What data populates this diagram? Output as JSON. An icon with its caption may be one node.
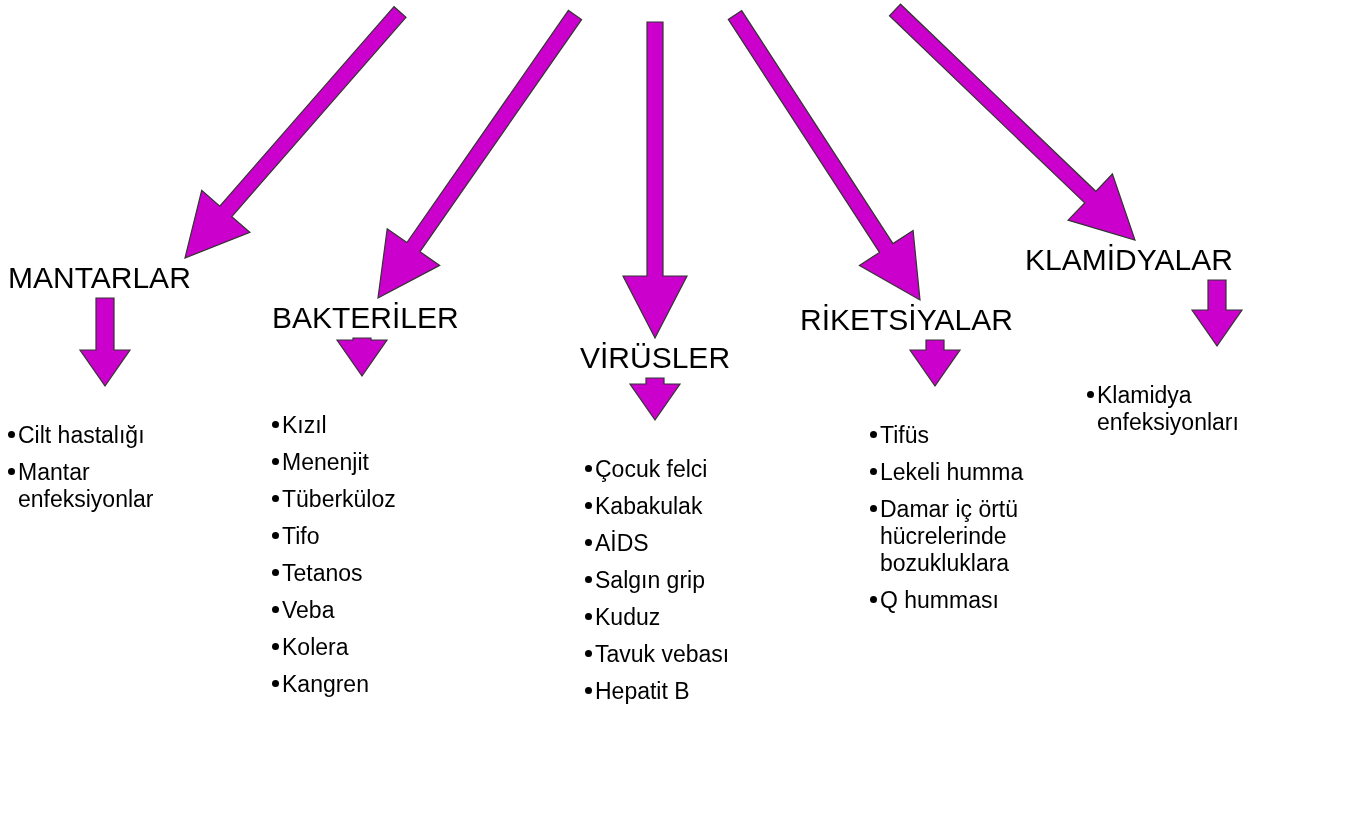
{
  "diagram": {
    "nodes": [
      {
        "text": [
          "MANTARLAR"
        ]
      },
      {
        "text": [
          "BAKTERİLER"
        ]
      },
      {
        "text": [
          "VİRÜSLER"
        ]
      },
      {
        "text": [
          "RİKETSİYALAR"
        ]
      },
      {
        "text": [
          "KLAMİDYALAR"
        ]
      },
      {
        "text": [
          "Cilt hastalığı",
          "Mantar enfeksiyonlar"
        ]
      },
      {
        "text": [
          "Kızıl",
          "Menenjit",
          "Tüberküloz",
          "Tifo",
          "Tetanos",
          "Veba",
          "Kolera",
          "Kangren"
        ]
      },
      {
        "text": [
          "Çocuk felci",
          "Kabakulak",
          "AİDS",
          "Salgın grip",
          "Kuduz",
          "Tavuk vebası",
          "Hepatit B"
        ]
      },
      {
        "text": [
          "Tifüs",
          "Lekeli humma",
          "Damar iç örtü hücrelerinde bozukluklara",
          "Q humması"
        ]
      },
      {
        "text": [
          "Klamidya enfeksiyonları"
        ]
      }
    ],
    "edges": [
      {
        "from": null,
        "to": 0,
        "arrow": "to"
      },
      {
        "from": null,
        "to": 1,
        "arrow": "to"
      },
      {
        "from": null,
        "to": 2,
        "arrow": "to"
      },
      {
        "from": null,
        "to": 3,
        "arrow": "to"
      },
      {
        "from": null,
        "to": 4,
        "arrow": "to"
      },
      {
        "from": 0,
        "to": 5,
        "arrow": "to"
      },
      {
        "from": 1,
        "to": 6,
        "arrow": "to"
      },
      {
        "from": 2,
        "to": 7,
        "arrow": "to"
      },
      {
        "from": 3,
        "to": 8,
        "arrow": "to"
      },
      {
        "from": 4,
        "to": 9,
        "arrow": "to"
      }
    ]
  }
}
